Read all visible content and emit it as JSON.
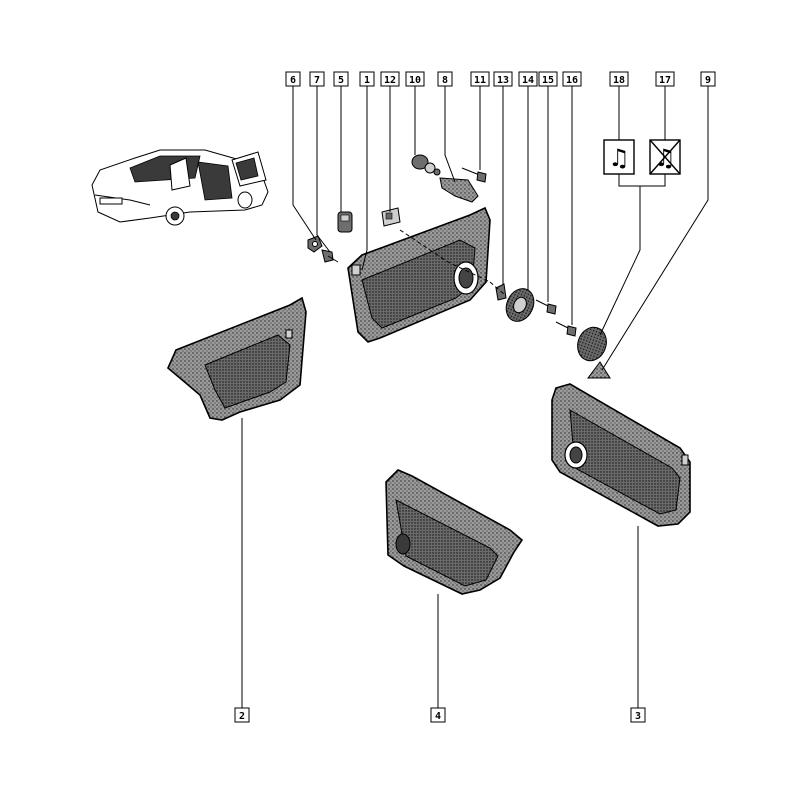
{
  "diagram": {
    "callouts_top": [
      "6",
      "7",
      "5",
      "1",
      "12",
      "10",
      "8",
      "11",
      "13",
      "14",
      "15",
      "16",
      "18",
      "17",
      "9"
    ],
    "callouts_bottom": [
      "2",
      "4",
      "3"
    ],
    "icons": {
      "speaker_on": "music-note-icon",
      "speaker_off": "music-note-crossed-icon"
    },
    "colors": {
      "line": "#000000",
      "panel": "#8a8a8a",
      "panel_dark": "#5f5f5f"
    }
  }
}
